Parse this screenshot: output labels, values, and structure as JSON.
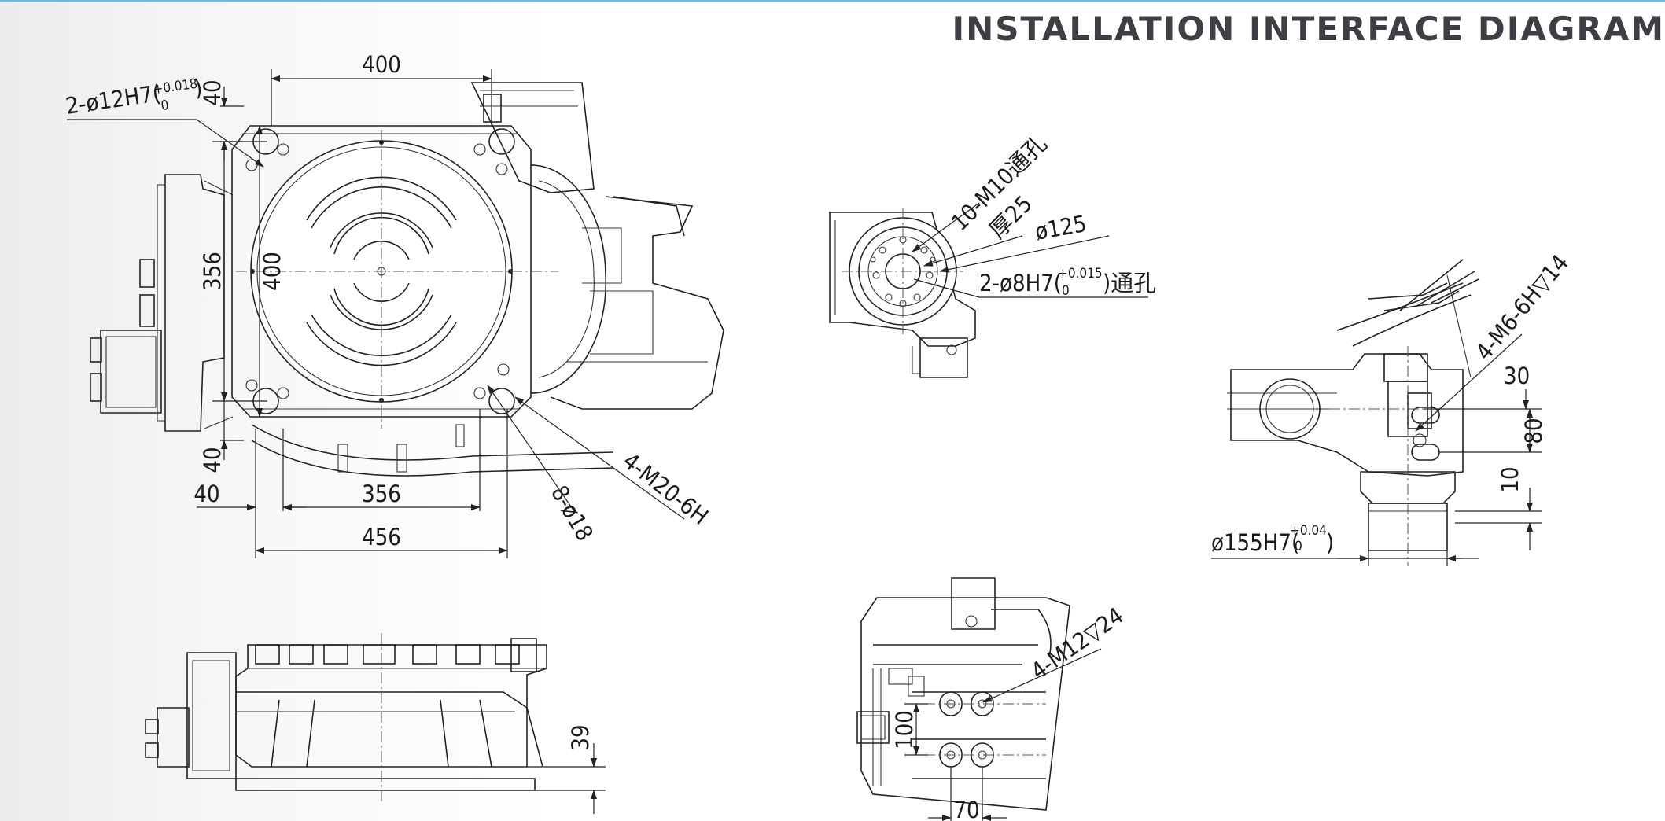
{
  "title": "INSTALLATION INTERFACE DIAGRAM",
  "colors": {
    "accent_line": "#7fb3d6",
    "title": "#3e3e44",
    "drawing": "#222222"
  },
  "top_view": {
    "width_label": "400",
    "height_label": "356",
    "inner_label": "400",
    "top_offset": "40",
    "bottom_offset": "40",
    "left_offset": "40",
    "span_356": "356",
    "span_456": "456",
    "pin_hole_main": "2-ø12H7(",
    "pin_hole_tol_top": "+0.018",
    "pin_hole_tol_bot": "0",
    "pin_hole_close": ")",
    "through_holes": "8-ø18",
    "tapped_holes": "4-M20-6H"
  },
  "side_view": {
    "height_label": "39"
  },
  "flange_view": {
    "holes": "10-M10通孔",
    "thickness": "厚25",
    "diameter": "ø125",
    "pin_main": "2-ø8H7(",
    "pin_tol_top": "+0.015",
    "pin_tol_bot": "0",
    "pin_close": ")通孔"
  },
  "arm_view": {
    "tapped": "4-M6-6H▽14",
    "dim_30": "30",
    "dim_80": "80",
    "dim_10": "10",
    "bore_main": "ø155H7(",
    "bore_tol_top": "+0.04",
    "bore_tol_bot": "0",
    "bore_close": ")"
  },
  "forearm_view": {
    "tapped": "4-M12▽24",
    "dim_100": "100",
    "dim_70": "70"
  }
}
